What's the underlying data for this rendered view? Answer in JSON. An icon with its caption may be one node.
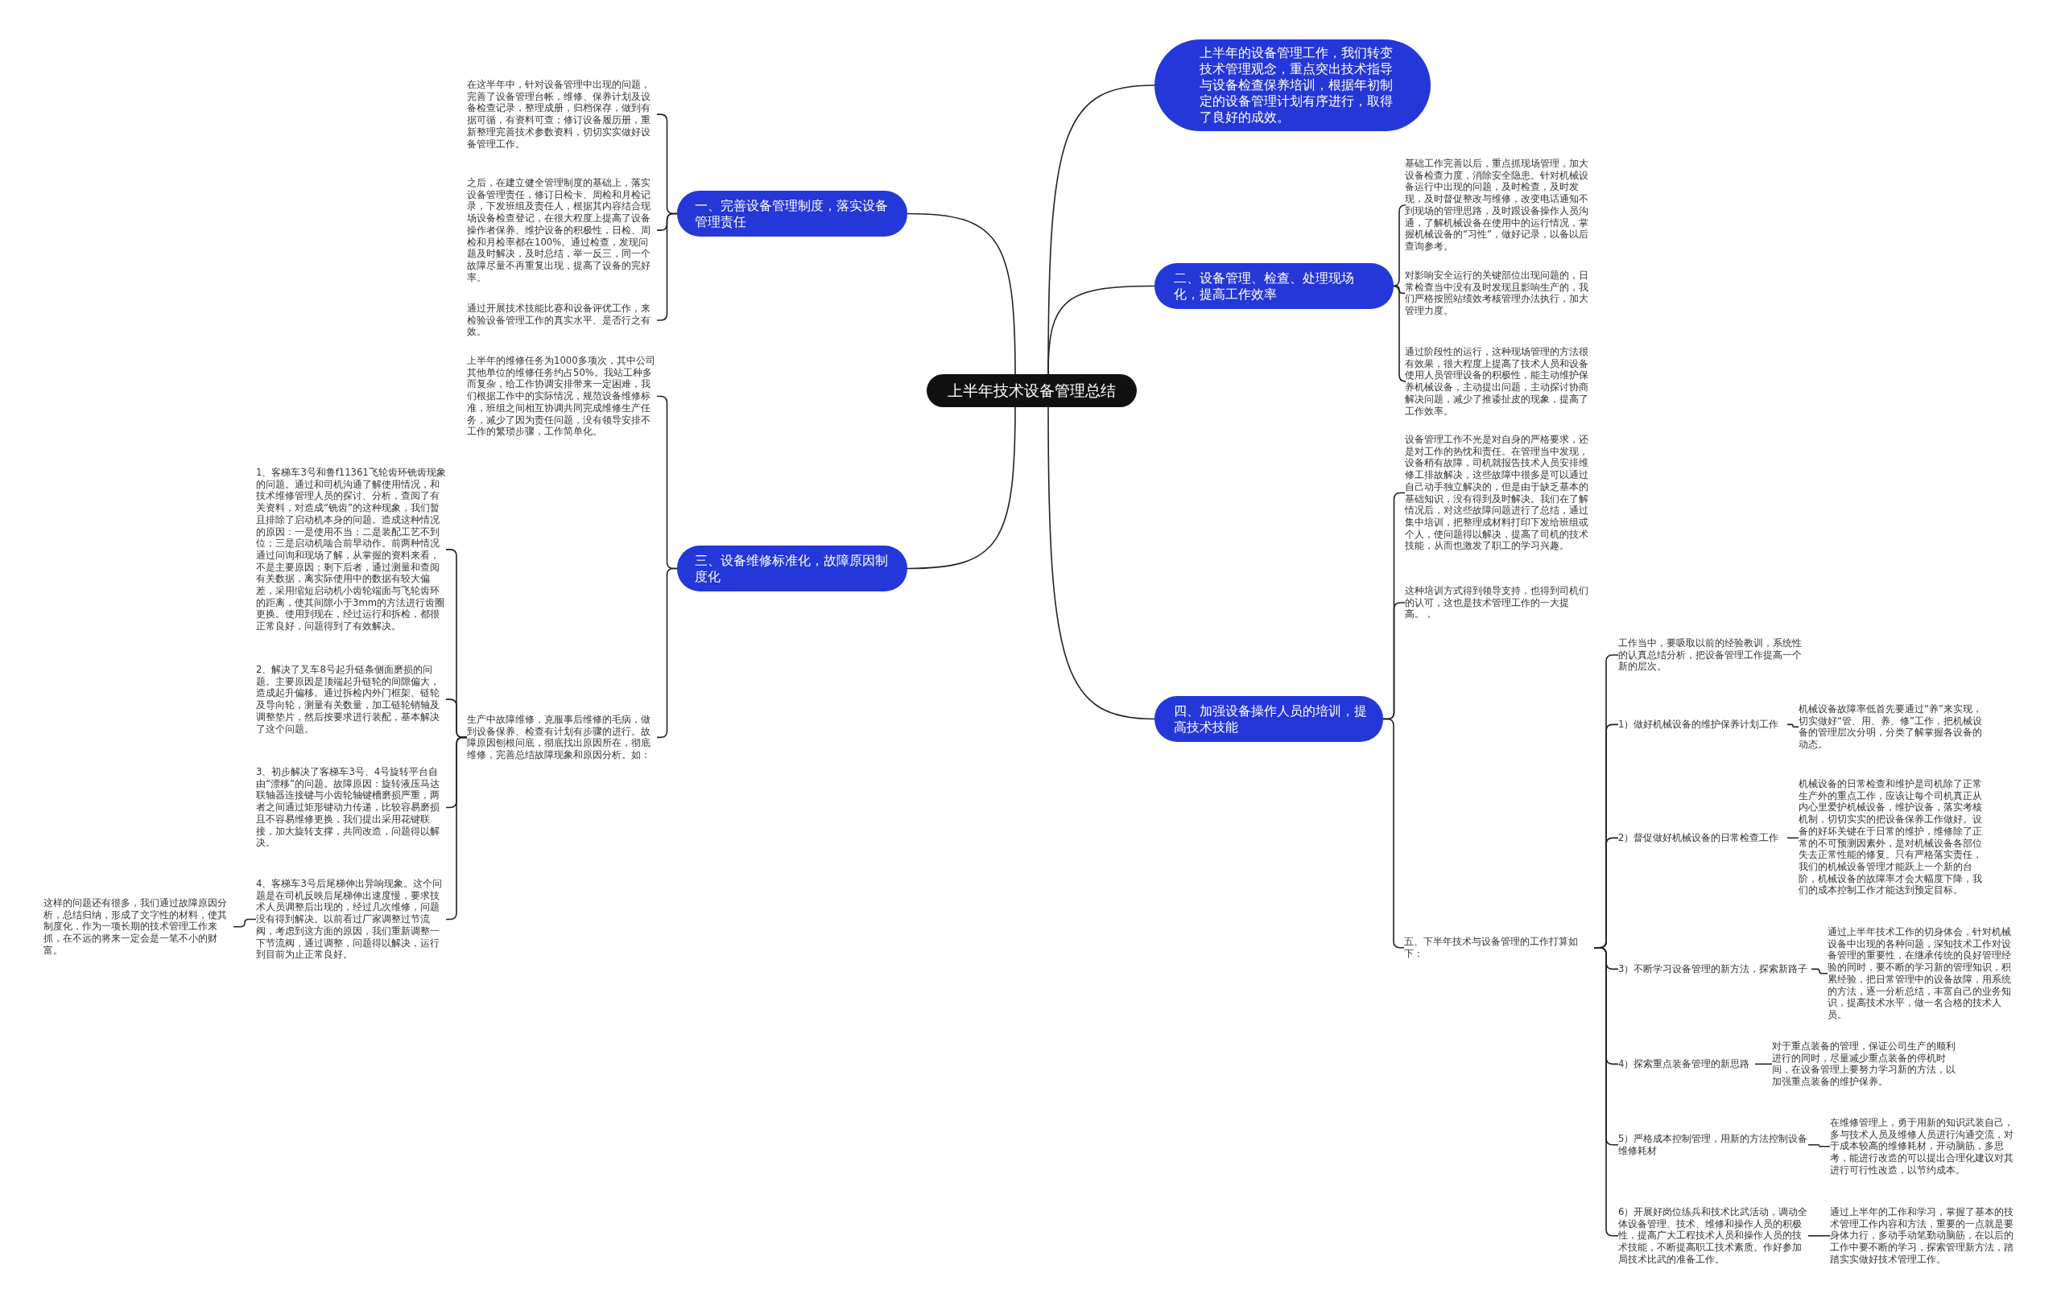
{
  "diagram": {
    "nodes": [
      {
        "text": [
          "上半年技术设备管理总结"
        ]
      },
      {
        "text": [
          "上半年的设备管理工作，我们转变技术管理观念，重点突出技术指导与设备检查保养培训，根据年初制定的设备管理计划有序进行，取得了良好的成效。"
        ]
      },
      {
        "text": [
          "一、完善设备管理制度，落实设备管理责任"
        ]
      },
      {
        "text": [
          "在这半年中，针对设备管理中出现的问题，完善了设备管理台帐，维修、保养计划及设备检查记录，整理成册，归档保存，做到有据可循，有资料可查；修订设备履历册，重新整理完善技术参数资料，切切实实做好设备管理工作。"
        ]
      },
      {
        "text": [
          "之后，在建立健全管理制度的基础上，落实设备管理责任，修订日检卡、周检和月检记录，下发班组及责任人，根据其内容结合现场设备检查登记，在很大程度上提高了设备操作者保养、维护设备的积极性，日检、周检和月检率都在100%。通过检查，发现问题及时解决，及时总结，举一反三，同一个故障尽量不再重复出现，提高了设备的完好率。"
        ]
      },
      {
        "text": [
          "通过开展技术技能比赛和设备评优工作，来检验设备管理工作的真实水平、是否行之有效。"
        ]
      },
      {
        "text": [
          "二、设备管理、检查、处理现场化，提高工作效率"
        ]
      },
      {
        "text": [
          "基础工作完善以后，重点抓现场管理，加大设备检查力度，消除安全隐患。针对机械设备运行中出现的问题，及时检查，及时发现，及时督促整改与维修，改变电话通知不到现场的管理思路，及时跟设备操作人员沟通，了解机械设备在使用中的运行情况，掌握机械设备的“习性”，做好记录，以备以后查询参考。"
        ]
      },
      {
        "text": [
          "对影响安全运行的关键部位出现问题的，日常检查当中没有及时发现且影响生产的，我们严格按照站绩效考核管理办法执行，加大管理力度。"
        ]
      },
      {
        "text": [
          "通过阶段性的运行，这种现场管理的方法很有效果，很大程度上提高了技术人员和设备使用人员管理设备的积极性，能主动维护保养机械设备，主动提出问题，主动探讨协商解决问题，减少了推诿扯皮的现象，提高了工作效率。"
        ]
      },
      {
        "text": [
          "三、设备维修标准化，故障原因制度化"
        ]
      },
      {
        "text": [
          "上半年的维修任务为1000多项次，其中公司其他单位的维修任务约占50%。我站工种多而复杂，给工作协调安排带来一定困难，我们根据工作中的实际情况，规范设备维修标准，班组之间相互协调共同完成维修生产任务，减少了因为责任问题，没有领导安排不工作的繁琐步骤，工作简单化。"
        ]
      },
      {
        "text": [
          "生产中故障维修，克服事后维修的毛病，做到设备保养、检查有计划有步骤的进行。故障原因刨根问底，彻底找出原因所在，彻底维修，完善总结故障现象和原因分析。如："
        ]
      },
      {
        "text": [
          "1、客梯车3号和鲁f11361飞轮齿环铣齿现象的问题。通过和司机沟通了解使用情况，和技术维修管理人员的探讨、分析，查阅了有关资料，对造成“铣齿”的这种现象，我们暂且排除了启动机本身的问题。造成这种情况的原因：一是使用不当；二是装配工艺不到位；三是启动机啮合前早动作。前两种情况通过问询和现场了解，从掌握的资料来看，不是主要原因；剩下后者，通过测量和查阅有关数据，离实际使用中的数据有较大偏差，采用缩短启动机小齿轮端面与飞轮齿环的距离，使其间隙小于3mm的方法进行齿圈更换。使用到现在，经过运行和拆检，都很正常良好，问题得到了有效解决。"
        ]
      },
      {
        "text": [
          "2、解决了叉车8号起升链条侧面磨损的问题。主要原因是顶端起升链轮的间隙偏大，造成起升偏移。通过拆检内外门框架、链轮及导向轮，测量有关数量，加工链轮销轴及调整垫片，然后按要求进行装配，基本解决了这个问题。"
        ]
      },
      {
        "text": [
          "3、初步解决了客梯车3号、4号旋转平台自由“漂移”的问题。故障原因：旋转液压马达联轴器连接键与小齿轮轴键槽磨损严重，两者之间通过矩形键动力传递，比较容易磨损且不容易维修更换，我们提出采用花键联接，加大旋转支撑，共同改造，问题得以解决。"
        ]
      },
      {
        "text": [
          "4、客梯车3号后尾梯伸出异响现象。这个问题是在司机反映后尾梯伸出速度慢，要求技术人员调整后出现的，经过几次维修，问题没有得到解决。以前看过厂家调整过节流阀，考虑到这方面的原因，我们重新调整一下节流阀，通过调整，问题得以解决，运行到目前为止正常良好。"
        ]
      },
      {
        "text": [
          "这样的问题还有很多，我们通过故障原因分析，总结归纳，形成了文字性的材料，使其制度化，作为一项长期的技术管理工作来抓，在不远的将来一定会是一笔不小的财富。"
        ]
      },
      {
        "text": [
          "四、加强设备操作人员的培训，提高技术技能"
        ]
      },
      {
        "text": [
          "设备管理工作不光是对自身的严格要求，还是对工作的热忱和责任。在管理当中发现，设备稍有故障，司机就报告技术人员安排维修工排故解决，这些故障中很多是可以通过自己动手独立解决的，但是由于缺乏基本的基础知识，没有得到及时解决。我们在了解情况后，对这些故障问题进行了总结，通过集中培训，把整理成材料打印下发给班组或个人，使问题得以解决，提高了司机的技术技能，从而也激发了职工的学习兴趣。"
        ]
      },
      {
        "text": [
          "这种培训方式得到领导支持，也得到司机们的认可，这也是技术管理工作的一大提高。，"
        ]
      },
      {
        "text": [
          "五、下半年技术与设备管理的工作打算如下："
        ]
      },
      {
        "text": [
          "工作当中，要吸取以前的经验教训，系统性的认真总结分析，把设备管理工作提高一个新的层次。"
        ]
      },
      {
        "text": [
          "1）做好机械设备的维护保养计划工作"
        ]
      },
      {
        "text": [
          "机械设备故障率低首先要通过“养”来实现，切实做好“管、用、养、修”工作，把机械设备的管理层次分明，分类了解掌握各设备的动态。"
        ]
      },
      {
        "text": [
          "2）督促做好机械设备的日常检查工作"
        ]
      },
      {
        "text": [
          "机械设备的日常检查和维护是司机除了正常生产外的重点工作，应该让每个司机真正从内心里爱护机械设备，维护设备，落实考核机制，切切实实的把设备保养工作做好。设备的好坏关键在于日常的维护，维修除了正常的不可预测因素外，是对机械设备各部位失去正常性能的修复。只有严格落实责任，我们的机械设备管理才能跃上一个新的台阶，机械设备的故障率才会大幅度下降，我们的成本控制工作才能达到预定目标。"
        ]
      },
      {
        "text": [
          "3）不断学习设备管理的新方法，探索新路子"
        ]
      },
      {
        "text": [
          "通过上半年技术工作的切身体会，针对机械设备中出现的各种问题，深知技术工作对设备管理的重要性，在继承传统的良好管理经验的同时，要不断的学习新的管理知识，积累经验，把日常管理中的设备故障，用系统的方法，逐一分析总结，丰富自己的业务知识，提高技术水平，做一名合格的技术人员。"
        ]
      },
      {
        "text": [
          "4）探索重点装备管理的新思路"
        ]
      },
      {
        "text": [
          "对于重点装备的管理，保证公司生产的顺利进行的同时，尽量减少重点装备的停机时间，在设备管理上要努力学习新的方法，以加强重点装备的维护保养。"
        ]
      },
      {
        "text": [
          "5）严格成本控制管理，用新的方法控制设备维修耗材"
        ]
      },
      {
        "text": [
          "在维修管理上，勇于用新的知识武装自己，多与技术人员及维修人员进行沟通交流，对于成本较高的维修耗材，开动脑筋，多思考，能进行改造的可以提出合理化建议对其进行可行性改造，以节约成本。"
        ]
      },
      {
        "text": [
          "6）开展好岗位练兵和技术比武活动，调动全体设备管理、技术、维修和操作人员的积极性，提高广大工程技术人员和操作人员的技术技能，不断提高职工技术素质。作好参加局技术比武的准备工作。"
        ]
      },
      {
        "text": [
          "通过上半年的工作和学习，掌握了基本的技术管理工作内容和方法，重要的一点就是要身体力行，多动手动笔勤动脑筋，在以后的工作中要不断的学习，探索管理新方法，踏踏实实做好技术管理工作。"
        ]
      }
    ],
    "edges": [
      {
        "from": 0,
        "to": 1,
        "arrow": "none"
      },
      {
        "from": 0,
        "to": 2,
        "arrow": "none"
      },
      {
        "from": 2,
        "to": 3,
        "arrow": "none"
      },
      {
        "from": 2,
        "to": 4,
        "arrow": "none"
      },
      {
        "from": 2,
        "to": 5,
        "arrow": "none"
      },
      {
        "from": 0,
        "to": 6,
        "arrow": "none"
      },
      {
        "from": 6,
        "to": 7,
        "arrow": "none"
      },
      {
        "from": 6,
        "to": 8,
        "arrow": "none"
      },
      {
        "from": 6,
        "to": 9,
        "arrow": "none"
      },
      {
        "from": 0,
        "to": 10,
        "arrow": "none"
      },
      {
        "from": 10,
        "to": 11,
        "arrow": "none"
      },
      {
        "from": 10,
        "to": 12,
        "arrow": "none"
      },
      {
        "from": 12,
        "to": 13,
        "arrow": "none"
      },
      {
        "from": 12,
        "to": 14,
        "arrow": "none"
      },
      {
        "from": 12,
        "to": 15,
        "arrow": "none"
      },
      {
        "from": 12,
        "to": 16,
        "arrow": "none"
      },
      {
        "from": 16,
        "to": 17,
        "arrow": "none"
      },
      {
        "from": 0,
        "to": 18,
        "arrow": "none"
      },
      {
        "from": 18,
        "to": 19,
        "arrow": "none"
      },
      {
        "from": 18,
        "to": 20,
        "arrow": "none"
      },
      {
        "from": 18,
        "to": 21,
        "arrow": "none"
      },
      {
        "from": 21,
        "to": 22,
        "arrow": "none"
      },
      {
        "from": 21,
        "to": 23,
        "arrow": "none"
      },
      {
        "from": 23,
        "to": 24,
        "arrow": "none"
      },
      {
        "from": 21,
        "to": 25,
        "arrow": "none"
      },
      {
        "from": 25,
        "to": 26,
        "arrow": "none"
      },
      {
        "from": 21,
        "to": 27,
        "arrow": "none"
      },
      {
        "from": 27,
        "to": 28,
        "arrow": "none"
      },
      {
        "from": 21,
        "to": 29,
        "arrow": "none"
      },
      {
        "from": 29,
        "to": 30,
        "arrow": "none"
      },
      {
        "from": 21,
        "to": 31,
        "arrow": "none"
      },
      {
        "from": 31,
        "to": 32,
        "arrow": "none"
      },
      {
        "from": 21,
        "to": 33,
        "arrow": "none"
      },
      {
        "from": 33,
        "to": 34,
        "arrow": "none"
      }
    ]
  }
}
